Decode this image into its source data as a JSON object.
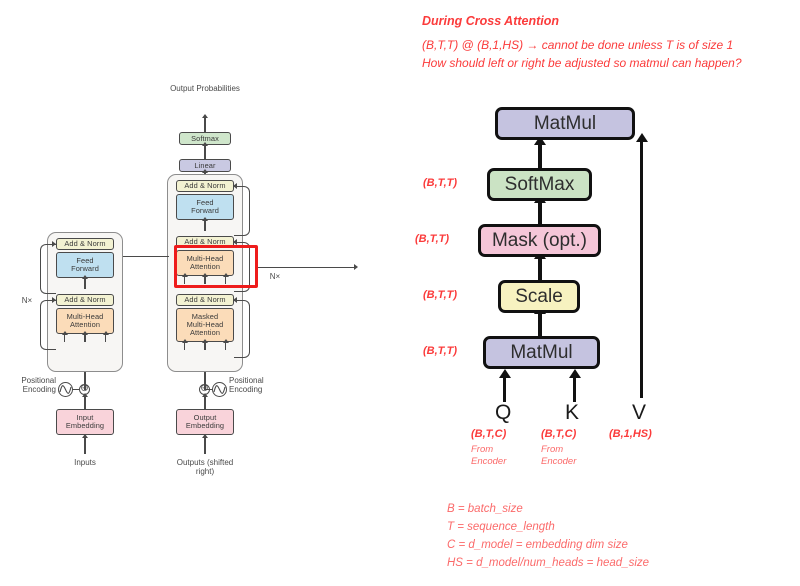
{
  "annotation": {
    "title": "During Cross Attention",
    "line1": "(B,T,T)  @  (B,1,HS) → cannot be done unless T is of size 1",
    "line2": "How should left or right be adjusted so matmul can happen?"
  },
  "legend": [
    "B = batch_size",
    "T = sequence_length",
    "C = d_model = embedding dim size",
    "HS = d_model/num_heads = head_size"
  ],
  "attention_figure": {
    "blocks": [
      {
        "label": "MatMul",
        "color": "#c5c3e0"
      },
      {
        "label": "SoftMax",
        "color": "#cbe3c4"
      },
      {
        "label": "Mask (opt.)",
        "color": "#f5c6d8"
      },
      {
        "label": "Scale",
        "color": "#f7f2c0"
      },
      {
        "label": "MatMul",
        "color": "#c5c3e0"
      }
    ],
    "shape_tags": [
      "(B,T,T)",
      "(B,T,T)",
      "(B,T,T)",
      "(B,T,T)"
    ],
    "inputs": [
      {
        "letter": "Q",
        "shape": "(B,T,C)",
        "source_line1": "From",
        "source_line2": "Encoder"
      },
      {
        "letter": "K",
        "shape": "(B,T,C)",
        "source_line1": "From",
        "source_line2": "Encoder"
      },
      {
        "letter": "V",
        "shape": "(B,1,HS)",
        "source_line1": "",
        "source_line2": ""
      }
    ]
  },
  "transformer_figure": {
    "output_caption_line1": "Output",
    "output_caption_line2": "Probabilities",
    "softmax": "Softmax",
    "linear": "Linear",
    "add_norm": "Add & Norm",
    "feed_forward_line1": "Feed",
    "feed_forward_line2": "Forward",
    "multi_head_line1": "Multi-Head",
    "multi_head_line2": "Attention",
    "masked_line1": "Masked",
    "masked_line2": "Multi-Head",
    "masked_line3": "Attention",
    "nx_left": "N×",
    "nx_right": "N×",
    "positional_line1": "Positional",
    "positional_line2": "Encoding",
    "input_embedding_line1": "Input",
    "input_embedding_line2": "Embedding",
    "output_embedding_line1": "Output",
    "output_embedding_line2": "Embedding",
    "inputs_caption": "Inputs",
    "outputs_caption_line1": "Outputs",
    "outputs_caption_line2": "(shifted right)",
    "plus_symbol": "⊕",
    "highlight_color": "#ee1c1c"
  }
}
